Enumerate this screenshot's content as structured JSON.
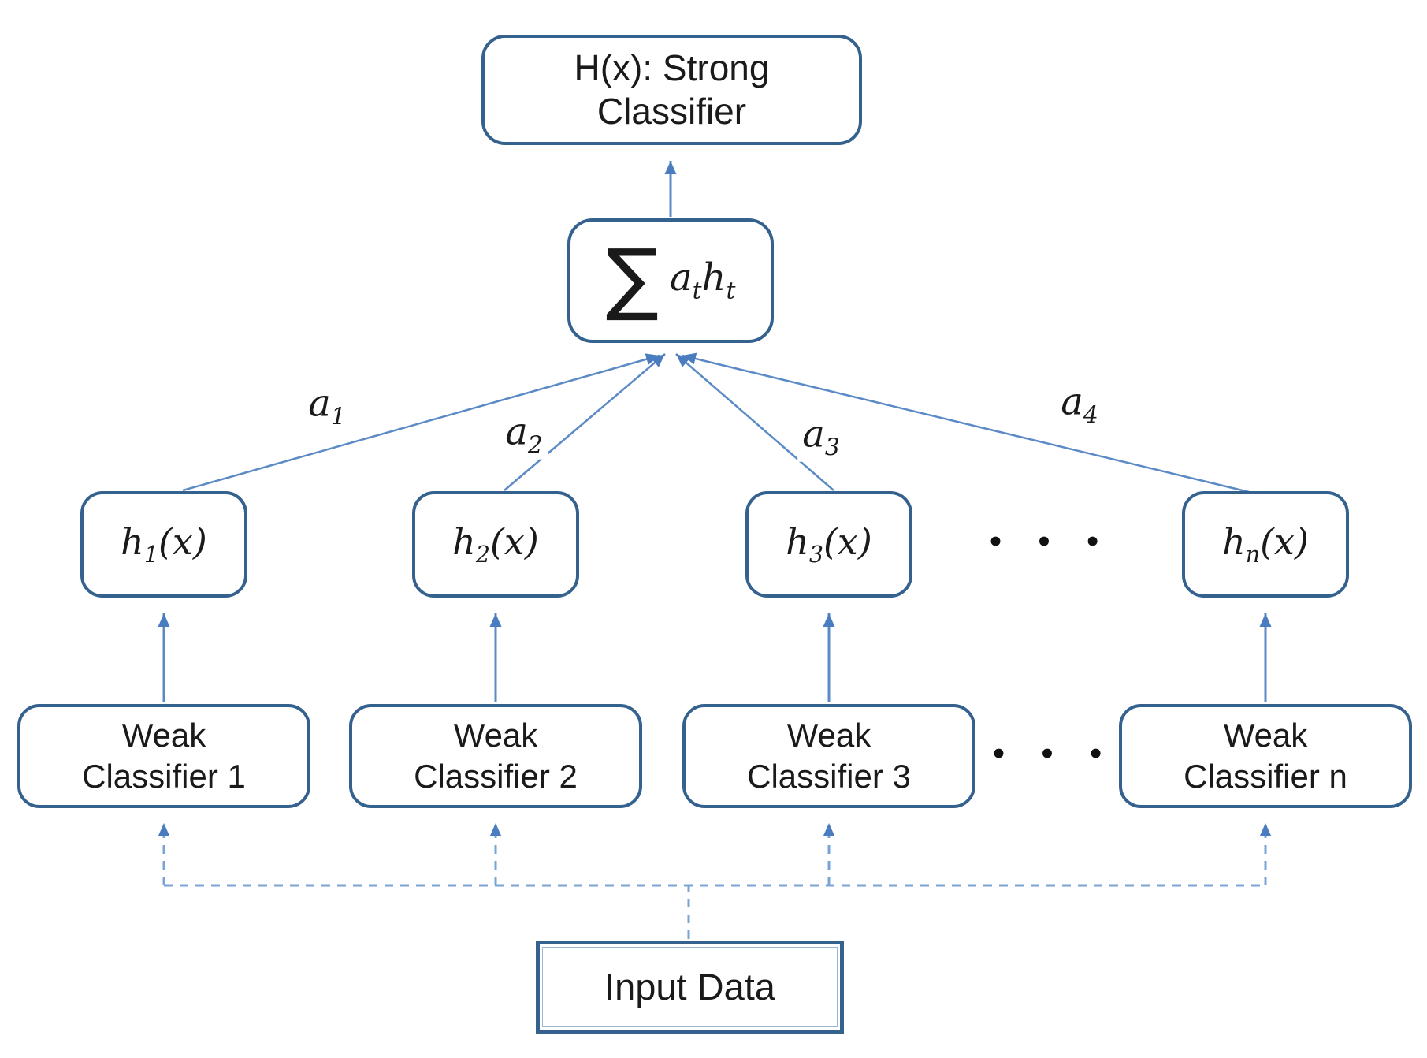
{
  "nodes": {
    "strong_classifier": {
      "line1": "H(x): Strong",
      "line2": "Classifier"
    },
    "sum": {
      "sigma": "∑",
      "term_a": "a",
      "term_a_sub": "t",
      "term_h": "h",
      "term_h_sub": "t"
    },
    "hypotheses": [
      {
        "base": "h",
        "sub": "1",
        "arg": "(x)"
      },
      {
        "base": "h",
        "sub": "2",
        "arg": "(x)"
      },
      {
        "base": "h",
        "sub": "3",
        "arg": "(x)"
      },
      {
        "base": "h",
        "sub": "n",
        "arg": "(x)"
      }
    ],
    "weak_classifiers": [
      {
        "line1": "Weak",
        "line2": "Classifier 1"
      },
      {
        "line1": "Weak",
        "line2": "Classifier 2"
      },
      {
        "line1": "Weak",
        "line2": "Classifier 3"
      },
      {
        "line1": "Weak",
        "line2": "Classifier n"
      }
    ],
    "input": {
      "label": "Input Data"
    }
  },
  "edge_labels": [
    {
      "base": "a",
      "sub": "1"
    },
    {
      "base": "a",
      "sub": "2"
    },
    {
      "base": "a",
      "sub": "3"
    },
    {
      "base": "a",
      "sub": "4"
    }
  ],
  "ellipsis": {
    "hypotheses_row": "• • •",
    "weak_row": "• • •"
  },
  "colors": {
    "box_border": "#35618f",
    "connector": "#5b8ac6",
    "connector_dashed": "#7aa4d6",
    "arrowhead": "#4a7cc0",
    "text": "#1a1a1a",
    "background": "#ffffff"
  }
}
